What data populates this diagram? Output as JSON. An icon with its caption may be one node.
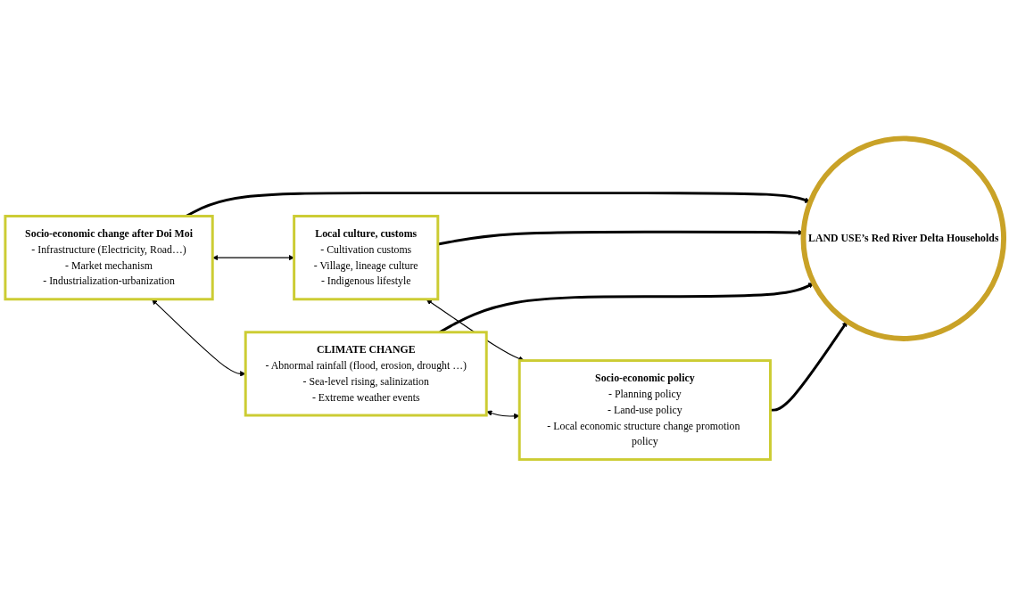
{
  "diagram": {
    "nodes": [
      {
        "text": [
          "Socio-economic change after Doi Moi",
          "- Infrastructure (Electricity, Road…)",
          "- Market mechanism",
          "- Industrialization-urbanization"
        ]
      },
      {
        "text": [
          "Local culture, customs",
          "- Cultivation customs",
          "- Village, lineage culture",
          "- Indigenous lifestyle"
        ]
      },
      {
        "text": [
          "LAND USE’s Red River Delta Households"
        ]
      },
      {
        "text": [
          "CLIMATE CHANGE",
          "- Abnormal rainfall (flood, erosion, drought …)",
          "- Sea-level rising, salinization",
          "- Extreme weather events"
        ]
      },
      {
        "text": [
          "Socio-economic policy",
          "- Planning policy",
          "- Land-use policy",
          "- Local economic structure change promotion policy"
        ]
      }
    ],
    "edges": [
      {
        "from": 0,
        "to": 1,
        "arrow": "both"
      },
      {
        "from": 0,
        "to": 3,
        "arrow": "both"
      },
      {
        "from": 1,
        "to": 4,
        "arrow": "both"
      },
      {
        "from": 3,
        "to": 4,
        "arrow": "both"
      },
      {
        "from": 0,
        "to": 2,
        "arrow": "to",
        "style": "thick"
      },
      {
        "from": 1,
        "to": 2,
        "arrow": "to",
        "style": "thick"
      },
      {
        "from": 3,
        "to": 2,
        "arrow": "to",
        "style": "thick"
      },
      {
        "from": 4,
        "to": 2,
        "arrow": "to",
        "style": "thick"
      }
    ]
  }
}
